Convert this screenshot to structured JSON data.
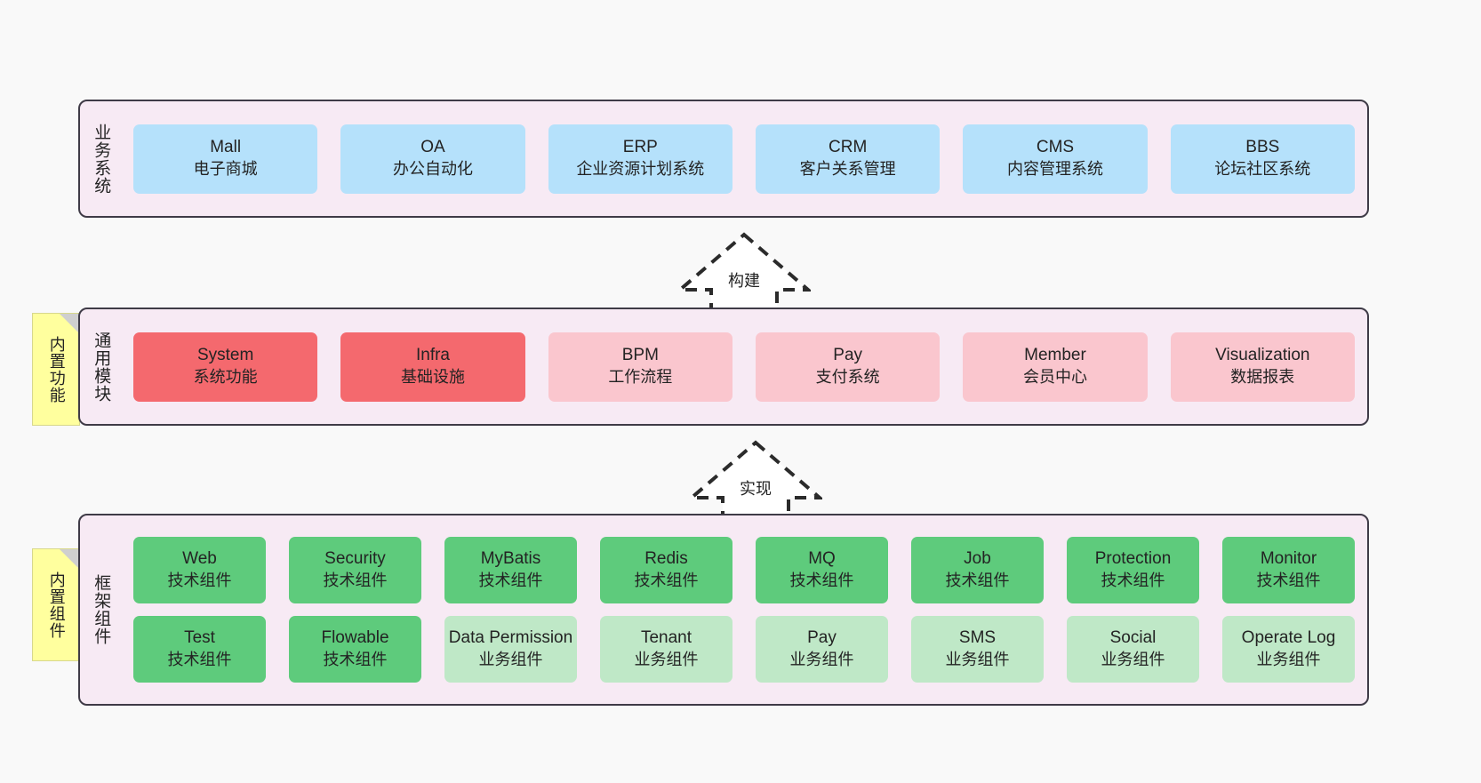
{
  "diagram": {
    "background": "#f9f9f9",
    "colors": {
      "layer_bg": "#f7eaf4",
      "layer_border": "#3f3b47",
      "business": "#b5e1fb",
      "module_active": "#f4696e",
      "module_plain": "#fac6ce",
      "tech_component": "#5ecb7c",
      "biz_component": "#bfe8c7",
      "sticky": "#ffff9e"
    }
  },
  "layers": {
    "business": {
      "title": "业务系统",
      "items": [
        {
          "en": "Mall",
          "cn": "电子商城"
        },
        {
          "en": "OA",
          "cn": "办公自动化"
        },
        {
          "en": "ERP",
          "cn": "企业资源计划系统"
        },
        {
          "en": "CRM",
          "cn": "客户关系管理"
        },
        {
          "en": "CMS",
          "cn": "内容管理系统"
        },
        {
          "en": "BBS",
          "cn": "论坛社区系统"
        }
      ]
    },
    "modules": {
      "title": "通用模块",
      "sticky": "内置功能",
      "items": [
        {
          "en": "System",
          "cn": "系统功能",
          "style": "c-red"
        },
        {
          "en": "Infra",
          "cn": "基础设施",
          "style": "c-red"
        },
        {
          "en": "BPM",
          "cn": "工作流程",
          "style": "c-pink"
        },
        {
          "en": "Pay",
          "cn": "支付系统",
          "style": "c-pink"
        },
        {
          "en": "Member",
          "cn": "会员中心",
          "style": "c-pink"
        },
        {
          "en": "Visualization",
          "cn": "数据报表",
          "style": "c-pink"
        }
      ]
    },
    "framework": {
      "title": "框架组件",
      "sticky": "内置组件",
      "row1": [
        {
          "en": "Web",
          "cn": "技术组件"
        },
        {
          "en": "Security",
          "cn": "技术组件"
        },
        {
          "en": "MyBatis",
          "cn": "技术组件"
        },
        {
          "en": "Redis",
          "cn": "技术组件"
        },
        {
          "en": "MQ",
          "cn": "技术组件"
        },
        {
          "en": "Job",
          "cn": "技术组件"
        },
        {
          "en": "Protection",
          "cn": "技术组件"
        },
        {
          "en": "Monitor",
          "cn": "技术组件"
        }
      ],
      "row2": [
        {
          "en": "Test",
          "cn": "技术组件",
          "style": "c-green"
        },
        {
          "en": "Flowable",
          "cn": "技术组件",
          "style": "c-green"
        },
        {
          "en": "Data Permission",
          "cn": "业务组件",
          "style": "c-greenlite"
        },
        {
          "en": "Tenant",
          "cn": "业务组件",
          "style": "c-greenlite"
        },
        {
          "en": "Pay",
          "cn": "业务组件",
          "style": "c-greenlite"
        },
        {
          "en": "SMS",
          "cn": "业务组件",
          "style": "c-greenlite"
        },
        {
          "en": "Social",
          "cn": "业务组件",
          "style": "c-greenlite"
        },
        {
          "en": "Operate Log",
          "cn": "业务组件",
          "style": "c-greenlite"
        }
      ]
    }
  },
  "connectors": {
    "build": {
      "label": "构建"
    },
    "implement": {
      "label": "实现"
    }
  }
}
